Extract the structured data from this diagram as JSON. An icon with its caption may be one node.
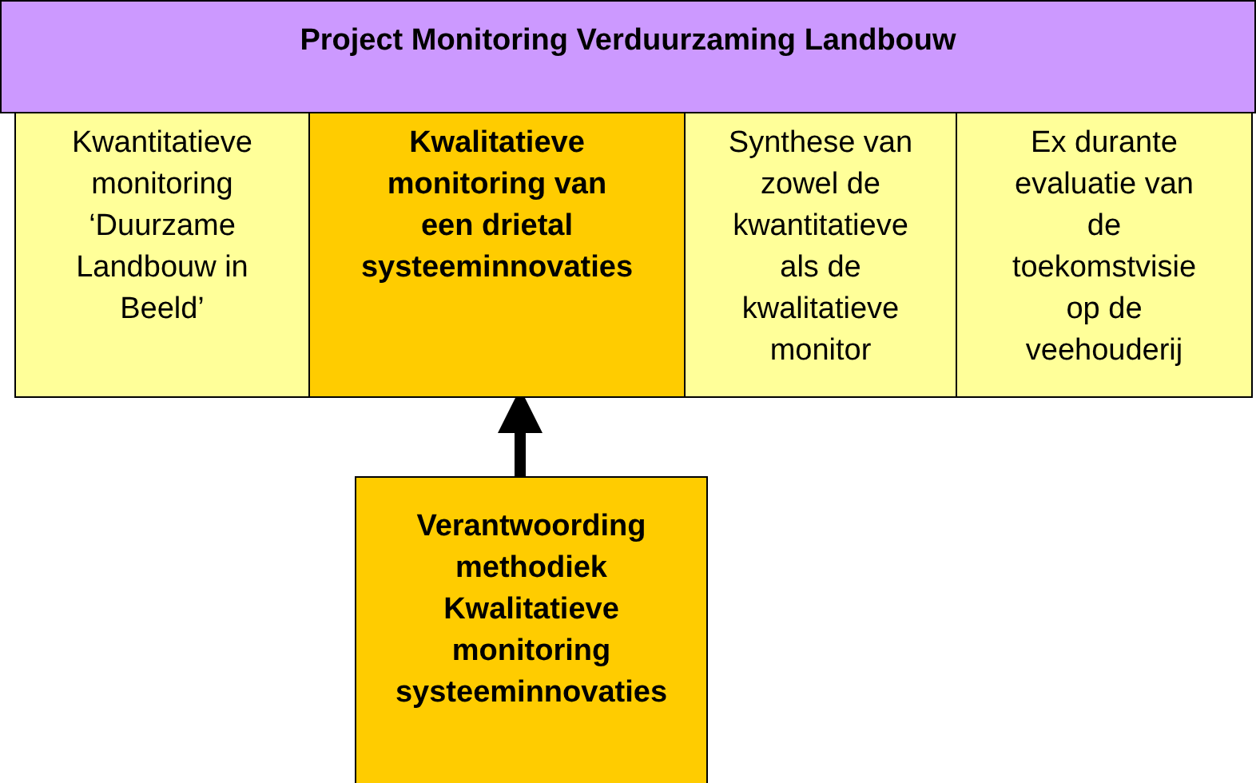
{
  "diagram": {
    "nodes": [
      {
        "text": [
          "Project Monitoring Verduurzaming Landbouw"
        ]
      },
      {
        "text": [
          "Kwantitatieve monitoring ‘Duurzame Landbouw in Beeld’"
        ]
      },
      {
        "text": [
          "Kwalitatieve monitoring van een drietal systeeminnovaties"
        ]
      },
      {
        "text": [
          "Synthese van zowel de kwantitatieve als de kwalitatieve monitor"
        ]
      },
      {
        "text": [
          "Ex durante evaluatie van de toekomstvisie op de veehouderij"
        ]
      },
      {
        "text": [
          "Verantwoording methodiek Kwalitatieve monitoring systeeminnovaties"
        ]
      }
    ],
    "edges": [
      {
        "from": 5,
        "to": 2,
        "arrow": "to"
      }
    ]
  }
}
